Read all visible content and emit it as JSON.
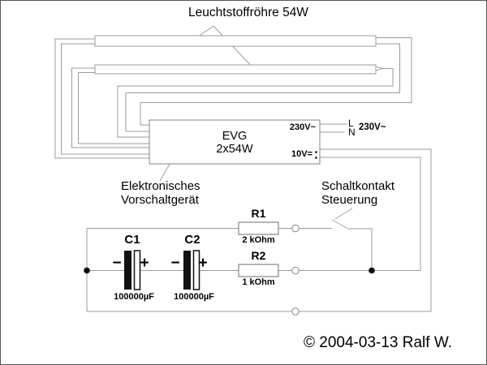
{
  "labels": {
    "tube_title": "Leuchtstoffröhre 54W",
    "ballast_line1": "Elektronisches",
    "ballast_line2": "Vorschaltgerät",
    "switch_line1": "Schaltkontakt",
    "switch_line2": "Steuerung",
    "copyright": "© 2004-03-13 Ralf W."
  },
  "evg": {
    "name": "EVG",
    "rating": "2x54W",
    "mains_label": "230V~",
    "terminal_l": "L",
    "terminal_n": "N",
    "mains_voltage": "230V~",
    "dc_label": "10V="
  },
  "components": {
    "r1": {
      "name": "R1",
      "value": "2 kOhm"
    },
    "r2": {
      "name": "R2",
      "value": "1 kOhm"
    },
    "c1": {
      "name": "C1",
      "value": "100000µF",
      "minus": "−",
      "plus": "+"
    },
    "c2": {
      "name": "C2",
      "value": "100000µF",
      "minus": "−",
      "plus": "+"
    }
  },
  "colors": {
    "wire": "#9b9b9b",
    "box_outline": "#848484",
    "component_outline": "#6e6e6e",
    "junction": "#0a0a0a",
    "text": "#000000"
  }
}
